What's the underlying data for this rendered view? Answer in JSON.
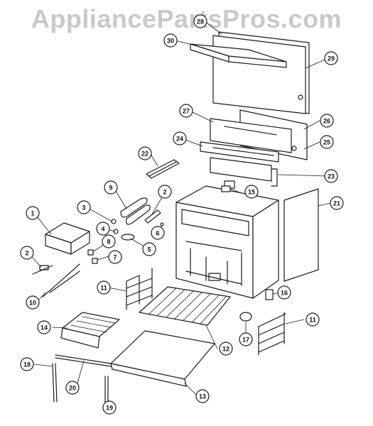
{
  "watermark": "AppliancePartsPros.com",
  "colors": {
    "line": "#1a1a1a",
    "watermark": "#c9c9c9",
    "background": "#ffffff"
  },
  "callouts": [
    {
      "id": "c30",
      "label": "30"
    },
    {
      "id": "c28",
      "label": "28"
    },
    {
      "id": "c29",
      "label": "29"
    },
    {
      "id": "c27",
      "label": "27"
    },
    {
      "id": "c26",
      "label": "26"
    },
    {
      "id": "c24",
      "label": "24"
    },
    {
      "id": "c25",
      "label": "25"
    },
    {
      "id": "c22",
      "label": "22"
    },
    {
      "id": "c23",
      "label": "23"
    },
    {
      "id": "c9",
      "label": "9"
    },
    {
      "id": "c2a",
      "label": "2"
    },
    {
      "id": "c15",
      "label": "15"
    },
    {
      "id": "c21",
      "label": "21"
    },
    {
      "id": "c3",
      "label": "3"
    },
    {
      "id": "c1",
      "label": "1"
    },
    {
      "id": "c4",
      "label": "4"
    },
    {
      "id": "c6",
      "label": "6"
    },
    {
      "id": "c8",
      "label": "8"
    },
    {
      "id": "c5",
      "label": "5"
    },
    {
      "id": "c2b",
      "label": "2"
    },
    {
      "id": "c7",
      "label": "7"
    },
    {
      "id": "c11a",
      "label": "11"
    },
    {
      "id": "c10",
      "label": "10"
    },
    {
      "id": "c16",
      "label": "16"
    },
    {
      "id": "c14",
      "label": "14"
    },
    {
      "id": "c11b",
      "label": "11"
    },
    {
      "id": "c17",
      "label": "17"
    },
    {
      "id": "c12",
      "label": "12"
    },
    {
      "id": "c18",
      "label": "18"
    },
    {
      "id": "c20",
      "label": "20"
    },
    {
      "id": "c13",
      "label": "13"
    },
    {
      "id": "c19",
      "label": "19"
    }
  ]
}
